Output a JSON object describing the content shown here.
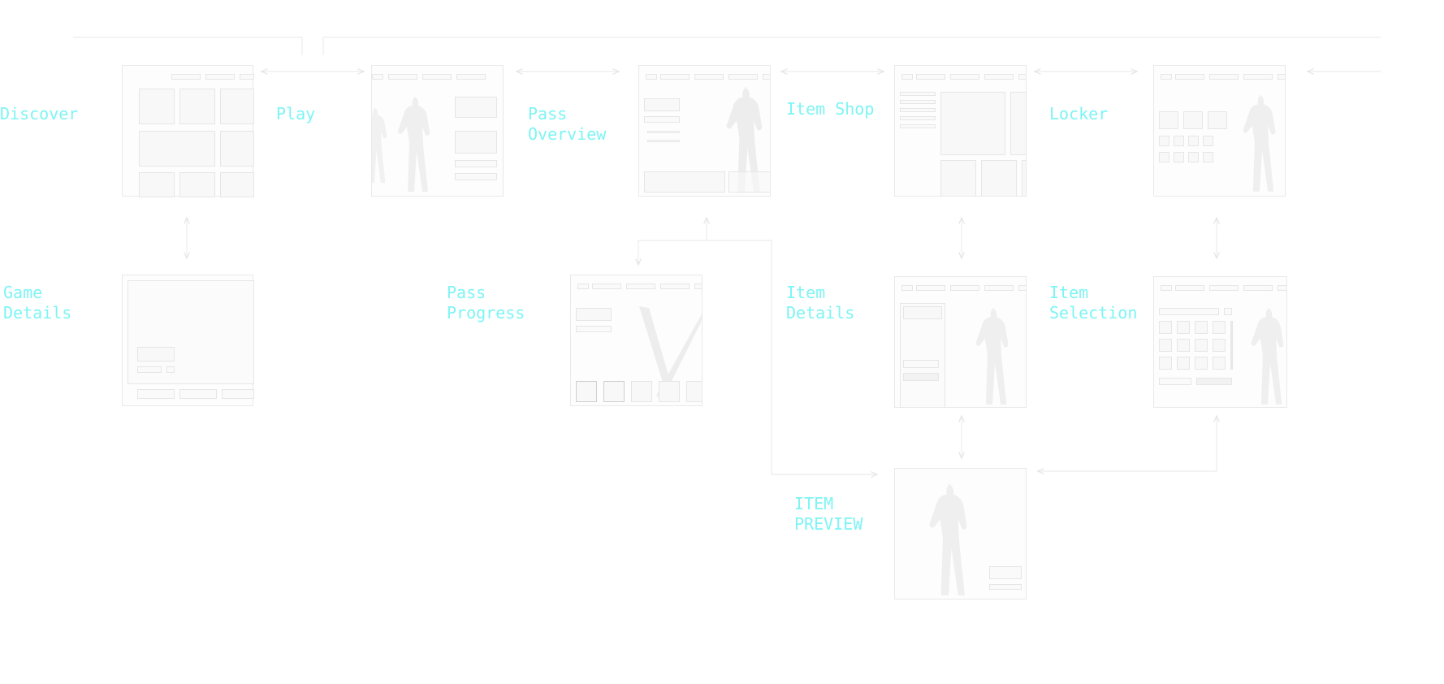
{
  "colors": {
    "label": "#7ef4f4",
    "line": "#ececec",
    "frame": "#e9e9e9",
    "silhouette": "#efefef"
  },
  "screens": {
    "discover": {
      "label": "Discover"
    },
    "play": {
      "label": "Play"
    },
    "pass_overview": {
      "label": "Pass\nOverview"
    },
    "item_shop": {
      "label": "Item Shop"
    },
    "locker": {
      "label": "Locker"
    },
    "game_details": {
      "label": "Game\nDetails"
    },
    "pass_progress": {
      "label": "Pass\nProgress"
    },
    "item_details": {
      "label": "Item\nDetails"
    },
    "item_selection": {
      "label": "Item\nSelection"
    },
    "item_preview": {
      "label": "ITEM\nPREVIEW"
    }
  },
  "connections": [
    {
      "from": "discover",
      "to": "play",
      "type": "bidirectional"
    },
    {
      "from": "play",
      "to": "pass_overview",
      "type": "bidirectional"
    },
    {
      "from": "pass_overview",
      "to": "item_shop",
      "type": "bidirectional"
    },
    {
      "from": "item_shop",
      "to": "locker",
      "type": "bidirectional"
    },
    {
      "from": "discover",
      "to": "game_details",
      "type": "bidirectional"
    },
    {
      "from": "pass_overview",
      "to": "pass_progress",
      "type": "bidirectional"
    },
    {
      "from": "pass_overview",
      "to": "item_preview",
      "type": "directed"
    },
    {
      "from": "item_shop",
      "to": "item_details",
      "type": "bidirectional"
    },
    {
      "from": "locker",
      "to": "item_selection",
      "type": "bidirectional"
    },
    {
      "from": "item_details",
      "to": "item_preview",
      "type": "bidirectional"
    },
    {
      "from": "item_preview",
      "to": "item_selection",
      "type": "bidirectional"
    }
  ]
}
